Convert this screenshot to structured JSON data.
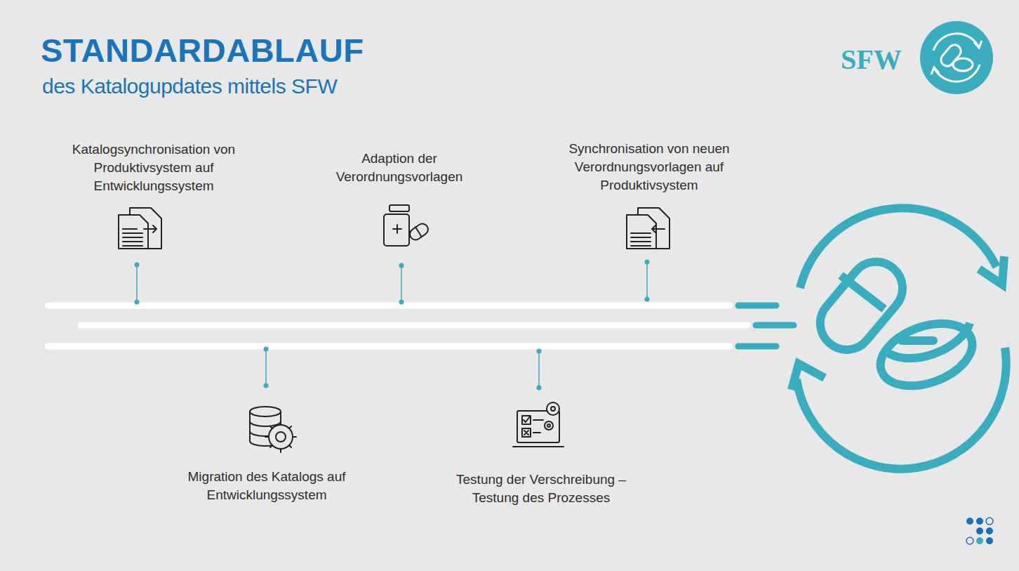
{
  "diagram": {
    "title": "STANDARDABLAUF",
    "labels": [
      "des Katalogupdates mittels SFW",
      "SFW",
      "Katalogsynchronisation von Produktivsystem auf Entwicklungssystem",
      "Adaption der Verordnungsvorlagen",
      "Synchronisation von neuen Verordnungsvorlagen auf Produktivsystem",
      "Migration des Katalogs auf Entwicklungssystem",
      "Testung der Verschreibung – Testung des Prozesses"
    ]
  }
}
